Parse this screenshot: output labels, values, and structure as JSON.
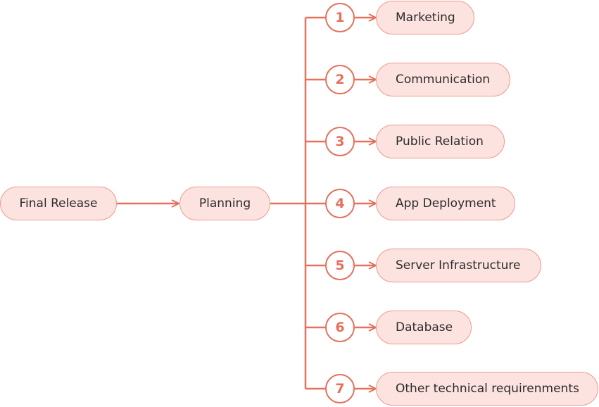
{
  "diagram": {
    "root": {
      "label": "Final Release"
    },
    "hub": {
      "label": "Planning"
    },
    "branches": [
      {
        "number": "1",
        "label": "Marketing"
      },
      {
        "number": "2",
        "label": "Communication"
      },
      {
        "number": "3",
        "label": "Public Relation"
      },
      {
        "number": "4",
        "label": "App Deployment"
      },
      {
        "number": "5",
        "label": "Server Infrastructure"
      },
      {
        "number": "6",
        "label": "Database"
      },
      {
        "number": "7",
        "label": "Other technical requirenments"
      }
    ]
  },
  "colors": {
    "accent": "#e5705c",
    "node_fill": "#fce3df",
    "node_border": "#ee9a8b",
    "text": "#2b2b2b"
  }
}
